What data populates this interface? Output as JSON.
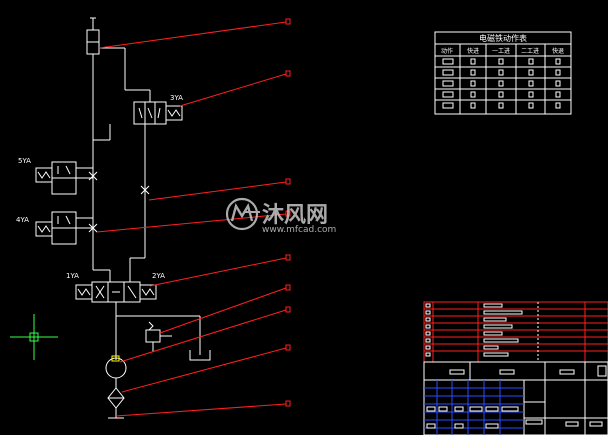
{
  "colors": {
    "background": "#000000",
    "line": "#ffffff",
    "leader": "#ff2020",
    "accent_green": "#39ff4a",
    "accent_blue": "#2a4dff",
    "yellow": "#ffff00",
    "watermark": "#c8c8c8"
  },
  "labels": {
    "sol_3ya": "3YA",
    "sol_5ya": "5YA",
    "sol_4ya": "4YA",
    "sol_1ya": "1YA",
    "sol_2ya": "2YA"
  },
  "table": {
    "title": "电磁铁动作表",
    "headers": [
      "动作",
      "快进",
      "一工进",
      "二工进",
      "快退"
    ]
  },
  "watermark": {
    "brand": "沐风网",
    "url": "www.mfcad.com"
  },
  "icons": {
    "watermark_logo": "mf-logo-icon",
    "cursor": "crosshair-cursor-icon"
  }
}
